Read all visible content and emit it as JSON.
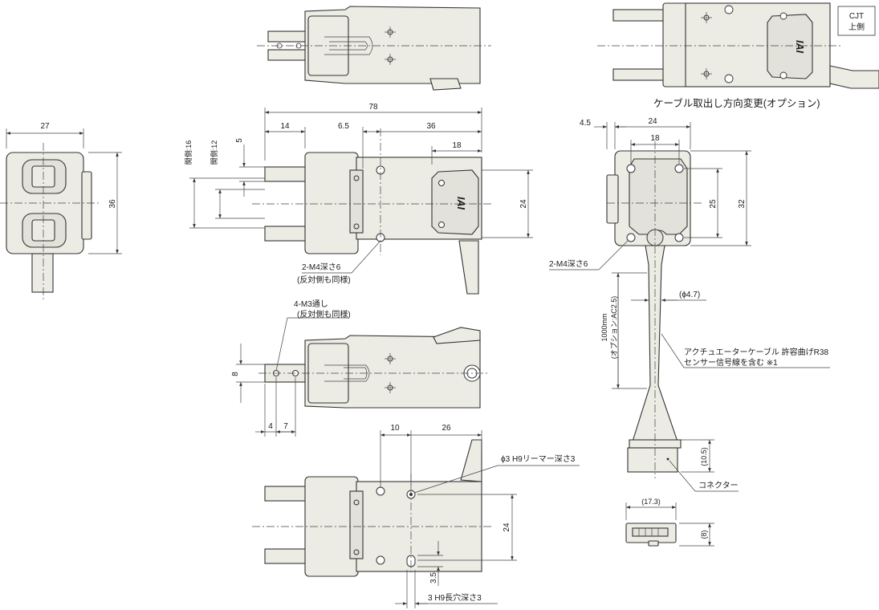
{
  "dims": {
    "d78": "78",
    "d14": "14",
    "d6_5": "6.5",
    "d36_top": "36",
    "d18_top": "18",
    "d5": "5",
    "open_side_16": "開側:16",
    "open_side_12": "開側:12",
    "d24_side": "24",
    "d27": "27",
    "d36_left": "36",
    "tap_2m4": "2-M4深さ6",
    "same_opposite": "(反対側も同様)",
    "thru_4m3": "4-M3通し",
    "same_opposite2": "(反対側も同様)",
    "d8": "8",
    "d4": "4",
    "d7": "7",
    "d10": "10",
    "d26": "26",
    "reamer": "ϕ3 H9リーマー深さ3",
    "d24_bottom": "24",
    "d3_5": "3.5",
    "slot": "3 H9長穴深さ3",
    "d4_5": "4.5",
    "d24_r": "24",
    "d18_r": "18",
    "d25": "25",
    "d32": "32",
    "tap_right": "2-M4深さ6",
    "cable_dia": "(ϕ4.7)",
    "cable_len": "1000mm",
    "cable_opt": "(オプション:AC2.5)",
    "cable_note1": "アクチュエーターケーブル 許容曲げR38",
    "cable_note2": "センサー信号線を含む ※1",
    "d10_5": "(10.5)",
    "connector": "コネクター",
    "d17_3": "(17.3)",
    "d8_conn": "(8)"
  },
  "labels": {
    "cjt_line1": "CJT",
    "cjt_line2": "上側",
    "caption": "ケーブル取出し方向変更(オプション)",
    "logo": "IAI"
  }
}
